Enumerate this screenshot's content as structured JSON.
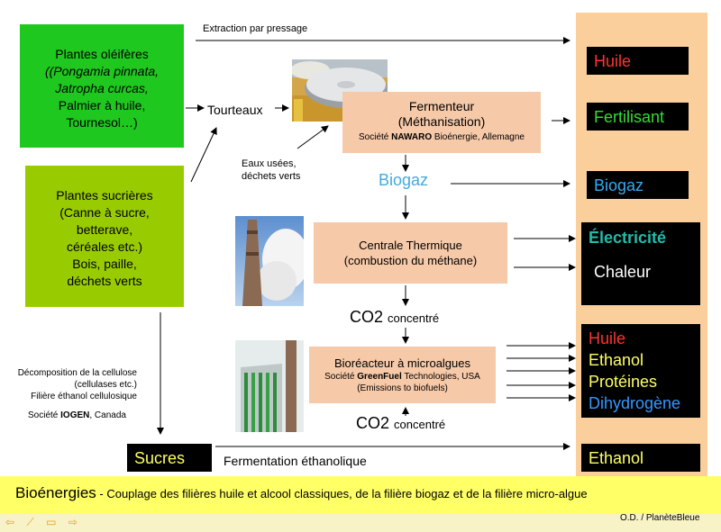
{
  "plants_oil": {
    "line1": "Plantes oléifères",
    "line2": "(Pongamia pinnata,",
    "line3": "Jatropha curcas,",
    "line4": "Palmier à huile,",
    "line5": "Tournesol…)"
  },
  "plants_sugar": {
    "lines": [
      "Plantes sucrières",
      "(Canne à sucre,",
      "betterave,",
      "céréales etc.)",
      "Bois, paille,",
      "déchets verts"
    ]
  },
  "labels": {
    "extraction": "Extraction par pressage",
    "tourteaux": "Tourteaux",
    "eaux_usees_1": "Eaux usées,",
    "eaux_usees_2": "déchets verts",
    "biogaz": "Biogaz",
    "co2_1_main": "CO2",
    "co2_1_sub": "concentré",
    "co2_2_main": "CO2",
    "co2_2_sub": "concentré",
    "fermentation": "Fermentation éthanolique",
    "decomposition_1": "Décomposition de la cellulose",
    "decomposition_2": "(cellulases etc.)",
    "decomposition_3": "Filière éthanol cellulosique",
    "iogen_prefix": "Société ",
    "iogen_bold": "IOGEN",
    "iogen_suffix": ", Canada"
  },
  "fermenteur": {
    "title1": "Fermenteur",
    "title2": "(Méthanisation)",
    "company_prefix": "Société ",
    "company_bold": "NAWARO",
    "company_suffix": " Bioénergie, Allemagne"
  },
  "centrale": {
    "title1": "Centrale Thermique",
    "title2": "(combustion du méthane)"
  },
  "bioreacteur": {
    "title": "Bioréacteur à microalgues",
    "company_prefix": "Société ",
    "company_bold": "GreenFuel",
    "company_suffix": " Technologies, USA",
    "note": "(Emissions to biofuels)"
  },
  "sucres": "Sucres",
  "outputs": {
    "huile": "Huile",
    "fertilisant": "Fertilisant",
    "biogaz": "Biogaz",
    "electricite": "Électricité",
    "chaleur": "Chaleur",
    "micro_huile": "Huile",
    "micro_ethanol": "Ethanol",
    "micro_proteines": "Protéines",
    "micro_dihydrogene": "Dihydrogène",
    "ethanol": "Ethanol"
  },
  "footer": {
    "title": "Bioénergies",
    "subtitle": " - Couplage des filières huile et alcool classiques, de la filière biogaz et de la filière micro-algue",
    "credit": "O.D. / PlanèteBleue"
  },
  "colors": {
    "oil_green": "#1fc81f",
    "sugar_green": "#99cc00",
    "process_peach": "#f6c9a8",
    "output_column": "#fbcf9c",
    "footer_yellow": "#ffff66",
    "huile_red": "#ff3333",
    "fertilisant_green": "#33dd33",
    "biogaz_blue": "#33aaee",
    "electricite_teal": "#22bbaa",
    "ethanol_yellow": "#ffff66",
    "dihydrogene_blue": "#3399ff"
  },
  "nav_icons": [
    "arrow-left-icon",
    "pencil-icon",
    "menu-icon",
    "arrow-right-icon"
  ]
}
